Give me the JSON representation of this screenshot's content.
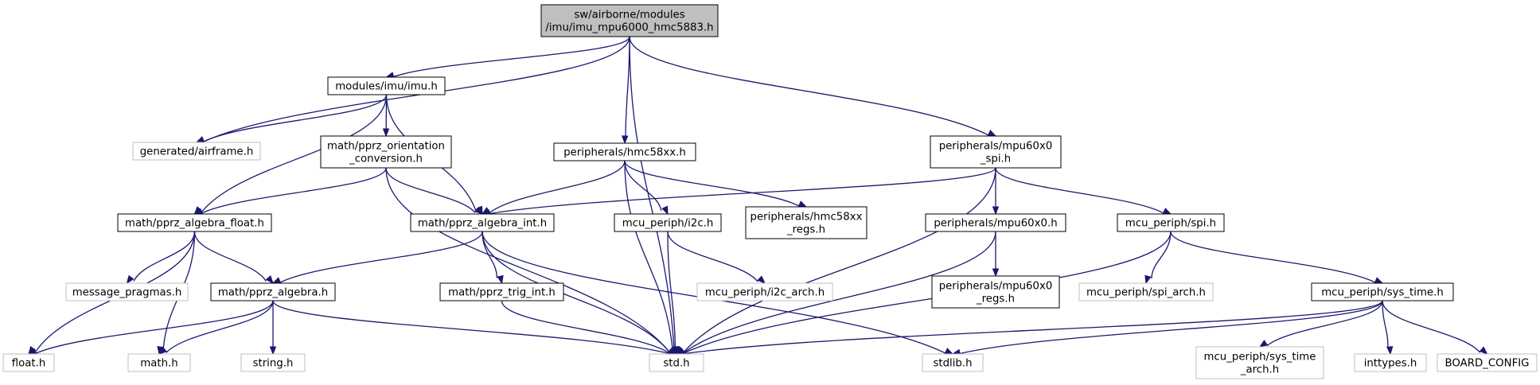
{
  "graph": {
    "nodes": [
      {
        "id": "root",
        "lines": [
          "sw/airborne/modules",
          "/imu/imu_mpu6000_hmc5883.h"
        ],
        "style": "root"
      },
      {
        "id": "imu_h",
        "lines": [
          "modules/imu/imu.h"
        ],
        "style": "normal"
      },
      {
        "id": "hmc58xx_h",
        "lines": [
          "peripherals/hmc58xx.h"
        ],
        "style": "normal"
      },
      {
        "id": "mpu60x0_spi_h",
        "lines": [
          "peripherals/mpu60x0",
          "_spi.h"
        ],
        "style": "normal"
      },
      {
        "id": "airframe_h",
        "lines": [
          "generated/airframe.h"
        ],
        "style": "missing"
      },
      {
        "id": "orient_h",
        "lines": [
          "math/pprz_orientation",
          "_conversion.h"
        ],
        "style": "normal"
      },
      {
        "id": "alg_float_h",
        "lines": [
          "math/pprz_algebra_float.h"
        ],
        "style": "normal"
      },
      {
        "id": "alg_int_h",
        "lines": [
          "math/pprz_algebra_int.h"
        ],
        "style": "normal"
      },
      {
        "id": "i2c_h",
        "lines": [
          "mcu_periph/i2c.h"
        ],
        "style": "normal"
      },
      {
        "id": "hmc_regs_h",
        "lines": [
          "peripherals/hmc58xx",
          "_regs.h"
        ],
        "style": "normal"
      },
      {
        "id": "mpu60x0_h",
        "lines": [
          "peripherals/mpu60x0.h"
        ],
        "style": "normal"
      },
      {
        "id": "spi_h",
        "lines": [
          "mcu_periph/spi.h"
        ],
        "style": "normal"
      },
      {
        "id": "msg_pragmas_h",
        "lines": [
          "message_pragmas.h"
        ],
        "style": "missing"
      },
      {
        "id": "alg_h",
        "lines": [
          "math/pprz_algebra.h"
        ],
        "style": "normal"
      },
      {
        "id": "trig_int_h",
        "lines": [
          "math/pprz_trig_int.h"
        ],
        "style": "normal"
      },
      {
        "id": "i2c_arch_h",
        "lines": [
          "mcu_periph/i2c_arch.h"
        ],
        "style": "missing"
      },
      {
        "id": "mpu_regs_h",
        "lines": [
          "peripherals/mpu60x0",
          "_regs.h"
        ],
        "style": "normal"
      },
      {
        "id": "spi_arch_h",
        "lines": [
          "mcu_periph/spi_arch.h"
        ],
        "style": "missing"
      },
      {
        "id": "sys_time_h",
        "lines": [
          "mcu_periph/sys_time.h"
        ],
        "style": "normal"
      },
      {
        "id": "float_h",
        "lines": [
          "float.h"
        ],
        "style": "missing"
      },
      {
        "id": "math_h",
        "lines": [
          "math.h"
        ],
        "style": "missing"
      },
      {
        "id": "string_h",
        "lines": [
          "string.h"
        ],
        "style": "missing"
      },
      {
        "id": "std_h",
        "lines": [
          "std.h"
        ],
        "style": "missing"
      },
      {
        "id": "stdlib_h",
        "lines": [
          "stdlib.h"
        ],
        "style": "missing"
      },
      {
        "id": "sys_time_arch_h",
        "lines": [
          "mcu_periph/sys_time",
          "_arch.h"
        ],
        "style": "missing"
      },
      {
        "id": "inttypes_h",
        "lines": [
          "inttypes.h"
        ],
        "style": "missing"
      },
      {
        "id": "board_config",
        "lines": [
          "BOARD_CONFIG"
        ],
        "style": "missing"
      }
    ],
    "edges": [
      [
        "root",
        "imu_h"
      ],
      [
        "root",
        "hmc58xx_h"
      ],
      [
        "root",
        "mpu60x0_spi_h"
      ],
      [
        "root",
        "airframe_h"
      ],
      [
        "root",
        "std_h"
      ],
      [
        "imu_h",
        "airframe_h"
      ],
      [
        "imu_h",
        "orient_h"
      ],
      [
        "imu_h",
        "alg_float_h"
      ],
      [
        "imu_h",
        "alg_int_h"
      ],
      [
        "orient_h",
        "alg_float_h"
      ],
      [
        "orient_h",
        "alg_int_h"
      ],
      [
        "orient_h",
        "std_h"
      ],
      [
        "hmc58xx_h",
        "alg_int_h"
      ],
      [
        "hmc58xx_h",
        "i2c_h"
      ],
      [
        "hmc58xx_h",
        "hmc_regs_h"
      ],
      [
        "hmc58xx_h",
        "std_h"
      ],
      [
        "mpu60x0_spi_h",
        "alg_int_h"
      ],
      [
        "mpu60x0_spi_h",
        "mpu60x0_h"
      ],
      [
        "mpu60x0_spi_h",
        "spi_h"
      ],
      [
        "mpu60x0_spi_h",
        "std_h"
      ],
      [
        "alg_float_h",
        "msg_pragmas_h"
      ],
      [
        "alg_float_h",
        "alg_h"
      ],
      [
        "alg_float_h",
        "float_h"
      ],
      [
        "alg_float_h",
        "math_h"
      ],
      [
        "alg_int_h",
        "alg_h"
      ],
      [
        "alg_int_h",
        "trig_int_h"
      ],
      [
        "alg_int_h",
        "std_h"
      ],
      [
        "alg_int_h",
        "stdlib_h"
      ],
      [
        "i2c_h",
        "i2c_arch_h"
      ],
      [
        "i2c_h",
        "std_h"
      ],
      [
        "mpu60x0_h",
        "mpu_regs_h"
      ],
      [
        "mpu60x0_h",
        "std_h"
      ],
      [
        "spi_h",
        "spi_arch_h"
      ],
      [
        "spi_h",
        "sys_time_h"
      ],
      [
        "spi_h",
        "std_h"
      ],
      [
        "alg_h",
        "float_h"
      ],
      [
        "alg_h",
        "math_h"
      ],
      [
        "alg_h",
        "string_h"
      ],
      [
        "alg_h",
        "std_h"
      ],
      [
        "trig_int_h",
        "std_h"
      ],
      [
        "sys_time_h",
        "std_h"
      ],
      [
        "sys_time_h",
        "stdlib_h"
      ],
      [
        "sys_time_h",
        "sys_time_arch_h"
      ],
      [
        "sys_time_h",
        "inttypes_h"
      ],
      [
        "sys_time_h",
        "board_config"
      ]
    ]
  },
  "colors": {
    "edge": "#191970",
    "root_fill": "#bfbfbf",
    "normal_border": "#000000",
    "missing_border": "#bfbfbf"
  }
}
